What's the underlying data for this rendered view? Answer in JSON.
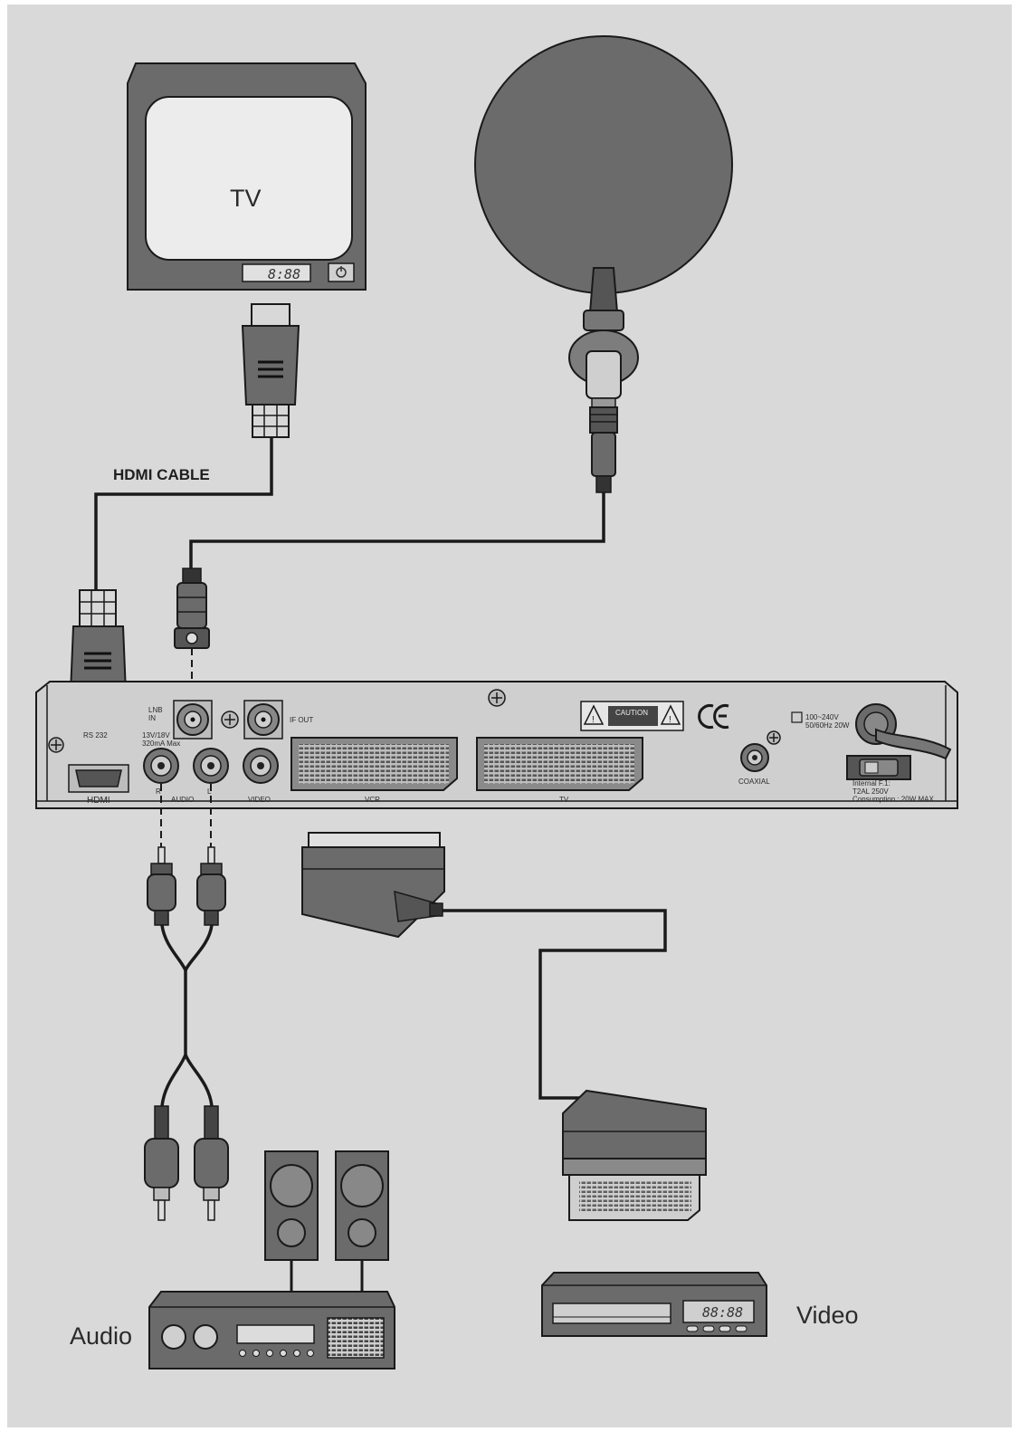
{
  "labels": {
    "tv": "TV",
    "hdmi_cable": "HDMI CABLE",
    "audio": "Audio",
    "video": "Video",
    "tv_clock": "8:88",
    "vcr_clock": "88:88"
  },
  "receiver_panel": {
    "lnb_in": "LNB\nIN",
    "lnb_spec": "13V/18V\n320mA Max",
    "if_out": "IF OUT",
    "rs232": "RS 232",
    "hdmi": "HDMI",
    "audio_r": "R",
    "audio_l": "L",
    "audio": "AUDIO",
    "video": "VIDEO",
    "vcr": "VCR",
    "tv": "TV",
    "coaxial": "COAXIAL",
    "caution": "CAUTION",
    "power_rating": "100~240V\n50/60Hz 20W",
    "fuse_info": "Internal F.1:\nT2AL 250V\nConsumption : 20W MAX"
  },
  "colors": {
    "background": "#d9d9d9",
    "dark_fill": "#6b6b6b",
    "stroke": "#1a1a1a",
    "panel": "#cfcfcf"
  },
  "icons": [
    "tv-icon",
    "satellite-dish-icon",
    "hdmi-plug-icon",
    "f-connector-icon",
    "scart-plug-icon",
    "rca-plug-icon",
    "speaker-icon",
    "amplifier-icon",
    "vcr-icon",
    "ce-mark-icon",
    "warning-triangle-icon",
    "power-icon"
  ]
}
